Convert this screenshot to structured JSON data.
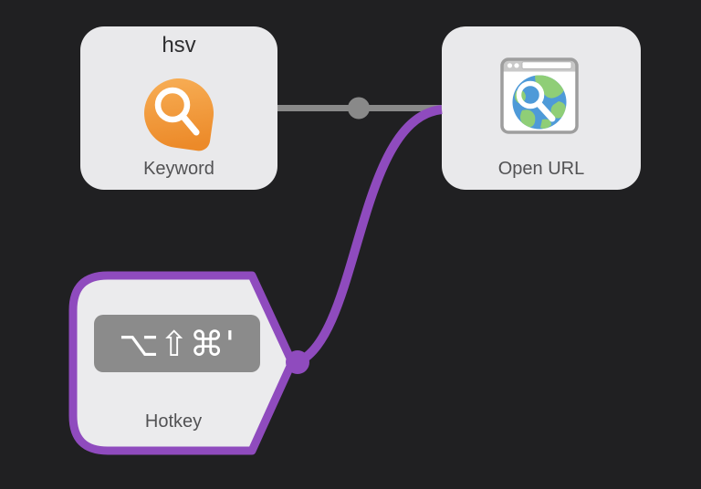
{
  "canvas": {
    "background": "#202022"
  },
  "nodes": {
    "keyword": {
      "title": "hsv",
      "label": "Keyword",
      "icon": "search-pin-icon",
      "icon_color": "#ef953a"
    },
    "open_url": {
      "label": "Open URL",
      "icon": "browser-globe-search-icon",
      "globe_blue": "#4e9ad8",
      "globe_green": "#8fce77"
    },
    "hotkey": {
      "label": "Hotkey",
      "shortcut": "⌥⇧⌘'",
      "selected": true,
      "selection_color": "#8f4bbe",
      "badge_color": "#8b8b8b"
    }
  },
  "connections": {
    "keyword_to_openurl": {
      "color": "#898989",
      "midpoint_handle": true
    },
    "hotkey_to_openurl": {
      "color": "#8f4bbe",
      "selected": true
    },
    "node_fill": "#e9e9eb"
  }
}
